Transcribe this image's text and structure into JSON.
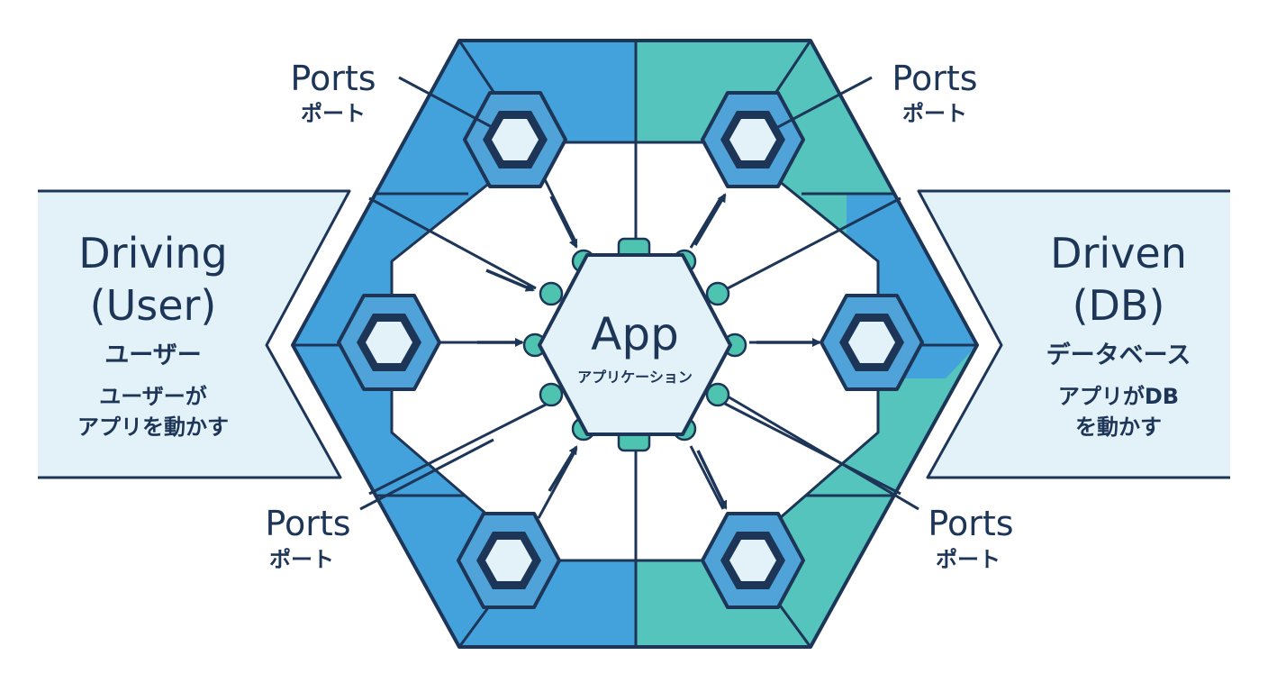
{
  "colors": {
    "blue": "#43a1dc",
    "teal": "#54c4bd",
    "navy": "#1d3557",
    "pale": "#e3f2f9",
    "port_ring": "#4fa3d8",
    "app_node": "#4ec3b0"
  },
  "driving": {
    "title_line1": "Driving",
    "title_line2": "(User)",
    "subtitle": "ユーザー",
    "desc_line1": "ユーザーが",
    "desc_line2": "アプリを動かす"
  },
  "driven": {
    "title_line1": "Driven",
    "title_line2": "(DB)",
    "subtitle": "データベース",
    "desc_line1": "アプリがDB",
    "desc_line2": "を動かす"
  },
  "app": {
    "title": "App",
    "subtitle": "アプリケーション"
  },
  "ports": {
    "top_left": {
      "en": "Ports",
      "jp": "ポート"
    },
    "top_right": {
      "en": "Ports",
      "jp": "ポート"
    },
    "bottom_left": {
      "en": "Ports",
      "jp": "ポート"
    },
    "bottom_right": {
      "en": "Ports",
      "jp": "ポート"
    }
  }
}
